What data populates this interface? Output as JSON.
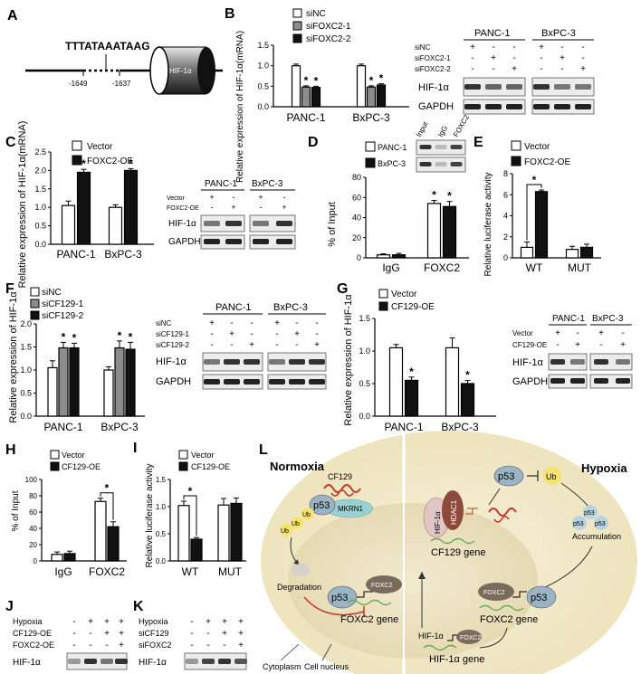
{
  "panel_labels": {
    "A": "A",
    "B": "B",
    "C": "C",
    "D": "D",
    "E": "E",
    "F": "F",
    "G": "G",
    "H": "H",
    "I": "I",
    "J": "J",
    "K": "K",
    "L": "L"
  },
  "panelA": {
    "motif": "TTTATAAATAAG",
    "pos1": "-1649",
    "pos2": "-1637",
    "gene": "HIF-1α"
  },
  "blots": {
    "panc": "PANC-1",
    "bxpc": "BxPC-3",
    "hif": "HIF-1α",
    "gapdh": "GAPDH",
    "sinc": "siNC",
    "sifoxc2_1": "siFOXC2-1",
    "sifoxc2_2": "siFOXC2-2",
    "vector": "Vector",
    "foxc2oe": "FOXC2-OE",
    "sicf129_1": "siCF129-1",
    "sicf129_2": "siCF129-2",
    "cf129oe": "CF129-OE",
    "hypoxia": "Hypoxia",
    "sicf129": "siCF129",
    "sifoxc2": "siFOXC2",
    "input": "Input",
    "igg": "IgG",
    "foxc2": "FOXC2",
    "plus": "+",
    "minus": "-"
  },
  "panelL": {
    "normoxia": "Normoxia",
    "hypoxia": "Hypoxia",
    "cf129": "CF129",
    "p53": "p53",
    "mkrn1": "MKRN1",
    "ub": "Ub",
    "degradation": "Degradation",
    "foxc2": "FOXC2",
    "foxc2_gene": "FOXC2 gene",
    "hif": "HIF-1α",
    "hdac1": "HDAC1",
    "cf129_gene": "CF129 gene",
    "accumulation": "Accumulation",
    "hif_gene": "HIF-1α gene",
    "cytoplasm": "Cytoplasm",
    "nucleus": "Cell nucleus"
  },
  "chart_data": [
    {
      "id": "B",
      "type": "bar",
      "categories": [
        "PANC-1",
        "BxPC-3"
      ],
      "series": [
        {
          "name": "siNC",
          "values": [
            1.0,
            1.0
          ],
          "err": [
            0.04,
            0.04
          ]
        },
        {
          "name": "siFOXC2-1",
          "values": [
            0.48,
            0.48
          ],
          "err": [
            0.03,
            0.03
          ]
        },
        {
          "name": "siFOXC2-2",
          "values": [
            0.47,
            0.53
          ],
          "err": [
            0.03,
            0.03
          ]
        }
      ],
      "ylabel": "Relative expression of HIF-1α(mRNA)",
      "ylim": [
        0,
        1.5
      ],
      "yticks": [
        0.0,
        0.5,
        1.0,
        1.5
      ],
      "sig": [
        [
          0,
          1
        ],
        [
          0,
          2
        ],
        [
          1,
          1
        ],
        [
          1,
          2
        ]
      ]
    },
    {
      "id": "C",
      "type": "bar",
      "categories": [
        "PANC-1",
        "BxPC-3"
      ],
      "series": [
        {
          "name": "Vector",
          "values": [
            1.05,
            1.0
          ],
          "err": [
            0.12,
            0.07
          ]
        },
        {
          "name": "FOXC2-OE",
          "values": [
            1.95,
            2.0
          ],
          "err": [
            0.08,
            0.05
          ]
        }
      ],
      "ylabel": "Relative expression of HIF-1α(mRNA)",
      "ylim": [
        0,
        2.5
      ],
      "yticks": [
        0.0,
        0.5,
        1.0,
        1.5,
        2.0,
        2.5
      ],
      "sig": [
        [
          0,
          1
        ],
        [
          1,
          1
        ]
      ]
    },
    {
      "id": "D",
      "type": "bar",
      "categories": [
        "IgG",
        "FOXC2"
      ],
      "series": [
        {
          "name": "PANC-1",
          "values": [
            3,
            54
          ],
          "err": [
            1,
            3
          ]
        },
        {
          "name": "BxPC-3",
          "values": [
            3,
            51
          ],
          "err": [
            1.5,
            5
          ]
        }
      ],
      "ylabel": "% of Input",
      "ylim": [
        0,
        80
      ],
      "yticks": [
        0,
        20,
        40,
        60,
        80
      ],
      "sig": [
        [
          1,
          0
        ],
        [
          1,
          1
        ]
      ]
    },
    {
      "id": "E",
      "type": "bar",
      "categories": [
        "WT",
        "MUT"
      ],
      "series": [
        {
          "name": "Vector",
          "values": [
            1.0,
            0.8
          ],
          "err": [
            0.5,
            0.3
          ]
        },
        {
          "name": "FOXC2-OE",
          "values": [
            6.3,
            1.0
          ],
          "err": [
            0.15,
            0.3
          ]
        }
      ],
      "ylabel": "Relative luciferase activity",
      "ylim": [
        0,
        8
      ],
      "yticks": [
        0,
        2,
        4,
        6,
        8
      ],
      "bracket": [
        0
      ]
    },
    {
      "id": "F",
      "type": "bar",
      "categories": [
        "PANC-1",
        "BxPC-3"
      ],
      "series": [
        {
          "name": "siNC",
          "values": [
            1.05,
            1.0
          ],
          "err": [
            0.15,
            0.07
          ]
        },
        {
          "name": "siCF129-1",
          "values": [
            1.48,
            1.48
          ],
          "err": [
            0.12,
            0.15
          ]
        },
        {
          "name": "siCF129-2",
          "values": [
            1.48,
            1.45
          ],
          "err": [
            0.1,
            0.15
          ]
        }
      ],
      "ylabel": "Relative expression of HIF-1α",
      "ylim": [
        0,
        2.0
      ],
      "yticks": [
        0.0,
        0.5,
        1.0,
        1.5,
        2.0
      ],
      "sig": [
        [
          0,
          1
        ],
        [
          0,
          2
        ],
        [
          1,
          1
        ],
        [
          1,
          2
        ]
      ]
    },
    {
      "id": "G",
      "type": "bar",
      "categories": [
        "PANC-1",
        "BxPC-3"
      ],
      "series": [
        {
          "name": "Vector",
          "values": [
            1.05,
            1.05
          ],
          "err": [
            0.05,
            0.15
          ]
        },
        {
          "name": "CF129-OE",
          "values": [
            0.55,
            0.5
          ],
          "err": [
            0.05,
            0.05
          ]
        }
      ],
      "ylabel": "Relative expression of HIF-1α",
      "ylim": [
        0,
        1.5
      ],
      "yticks": [
        0.0,
        0.5,
        1.0,
        1.5
      ],
      "sig": [
        [
          0,
          1
        ],
        [
          1,
          1
        ]
      ]
    },
    {
      "id": "H",
      "type": "bar",
      "categories": [
        "IgG",
        "FOXC2"
      ],
      "series": [
        {
          "name": "Vector",
          "values": [
            8,
            73
          ],
          "err": [
            3,
            4
          ]
        },
        {
          "name": "CF129-OE",
          "values": [
            9,
            42
          ],
          "err": [
            3,
            6
          ]
        }
      ],
      "ylabel": "% of Input",
      "ylim": [
        0,
        100
      ],
      "yticks": [
        0,
        20,
        40,
        60,
        80,
        100
      ],
      "bracket": [
        1
      ]
    },
    {
      "id": "I",
      "type": "bar",
      "categories": [
        "WT",
        "MUT"
      ],
      "series": [
        {
          "name": "Vector",
          "values": [
            1.02,
            1.03
          ],
          "err": [
            0.08,
            0.12
          ]
        },
        {
          "name": "CF129-OE",
          "values": [
            0.4,
            1.06
          ],
          "err": [
            0.03,
            0.1
          ]
        }
      ],
      "ylabel": "Relative luciferase activity",
      "ylim": [
        0,
        1.5
      ],
      "yticks": [
        0.0,
        0.5,
        1.0,
        1.5
      ],
      "bracket": [
        0
      ]
    }
  ]
}
